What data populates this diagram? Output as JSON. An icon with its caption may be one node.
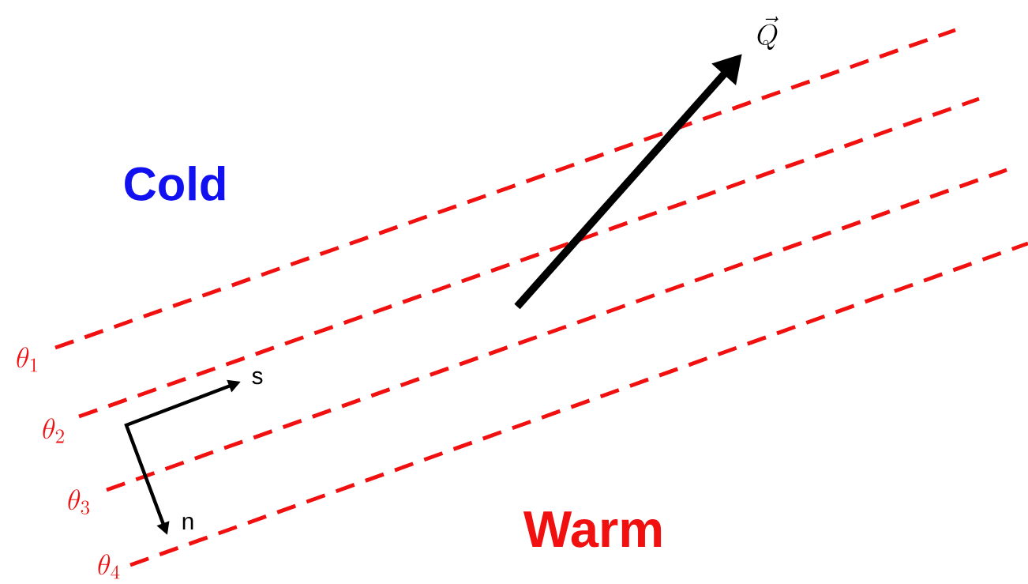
{
  "diagram": {
    "labels": [
      "\\vec{Q}",
      "Cold",
      "\\theta_1",
      "s",
      "\\theta_2",
      "\\theta_3",
      "n",
      "Warm",
      "\\theta_4"
    ]
  }
}
